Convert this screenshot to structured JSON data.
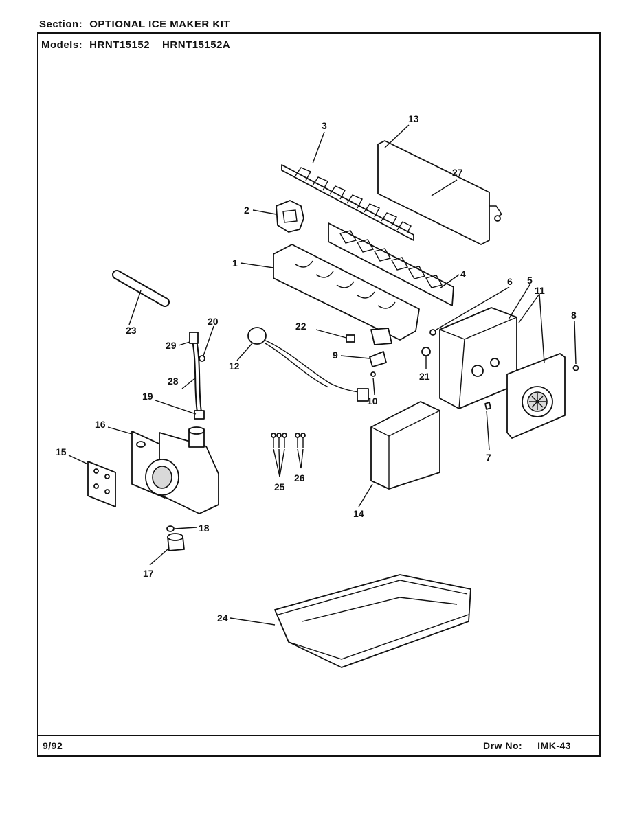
{
  "header": {
    "section_label": "Section:",
    "section_value": "OPTIONAL ICE MAKER KIT",
    "models_label": "Models:",
    "models": [
      "HRNT15152",
      "HRNT15152A"
    ]
  },
  "footer": {
    "date": "9/92",
    "drawing_label": "Drw No:",
    "drawing_number": "IMK-43"
  },
  "callouts": [
    "1",
    "2",
    "3",
    "4",
    "5",
    "6",
    "7",
    "8",
    "9",
    "10",
    "11",
    "12",
    "13",
    "14",
    "15",
    "16",
    "17",
    "18",
    "19",
    "20",
    "21",
    "22",
    "23",
    "24",
    "25",
    "26",
    "27",
    "28",
    "29"
  ]
}
